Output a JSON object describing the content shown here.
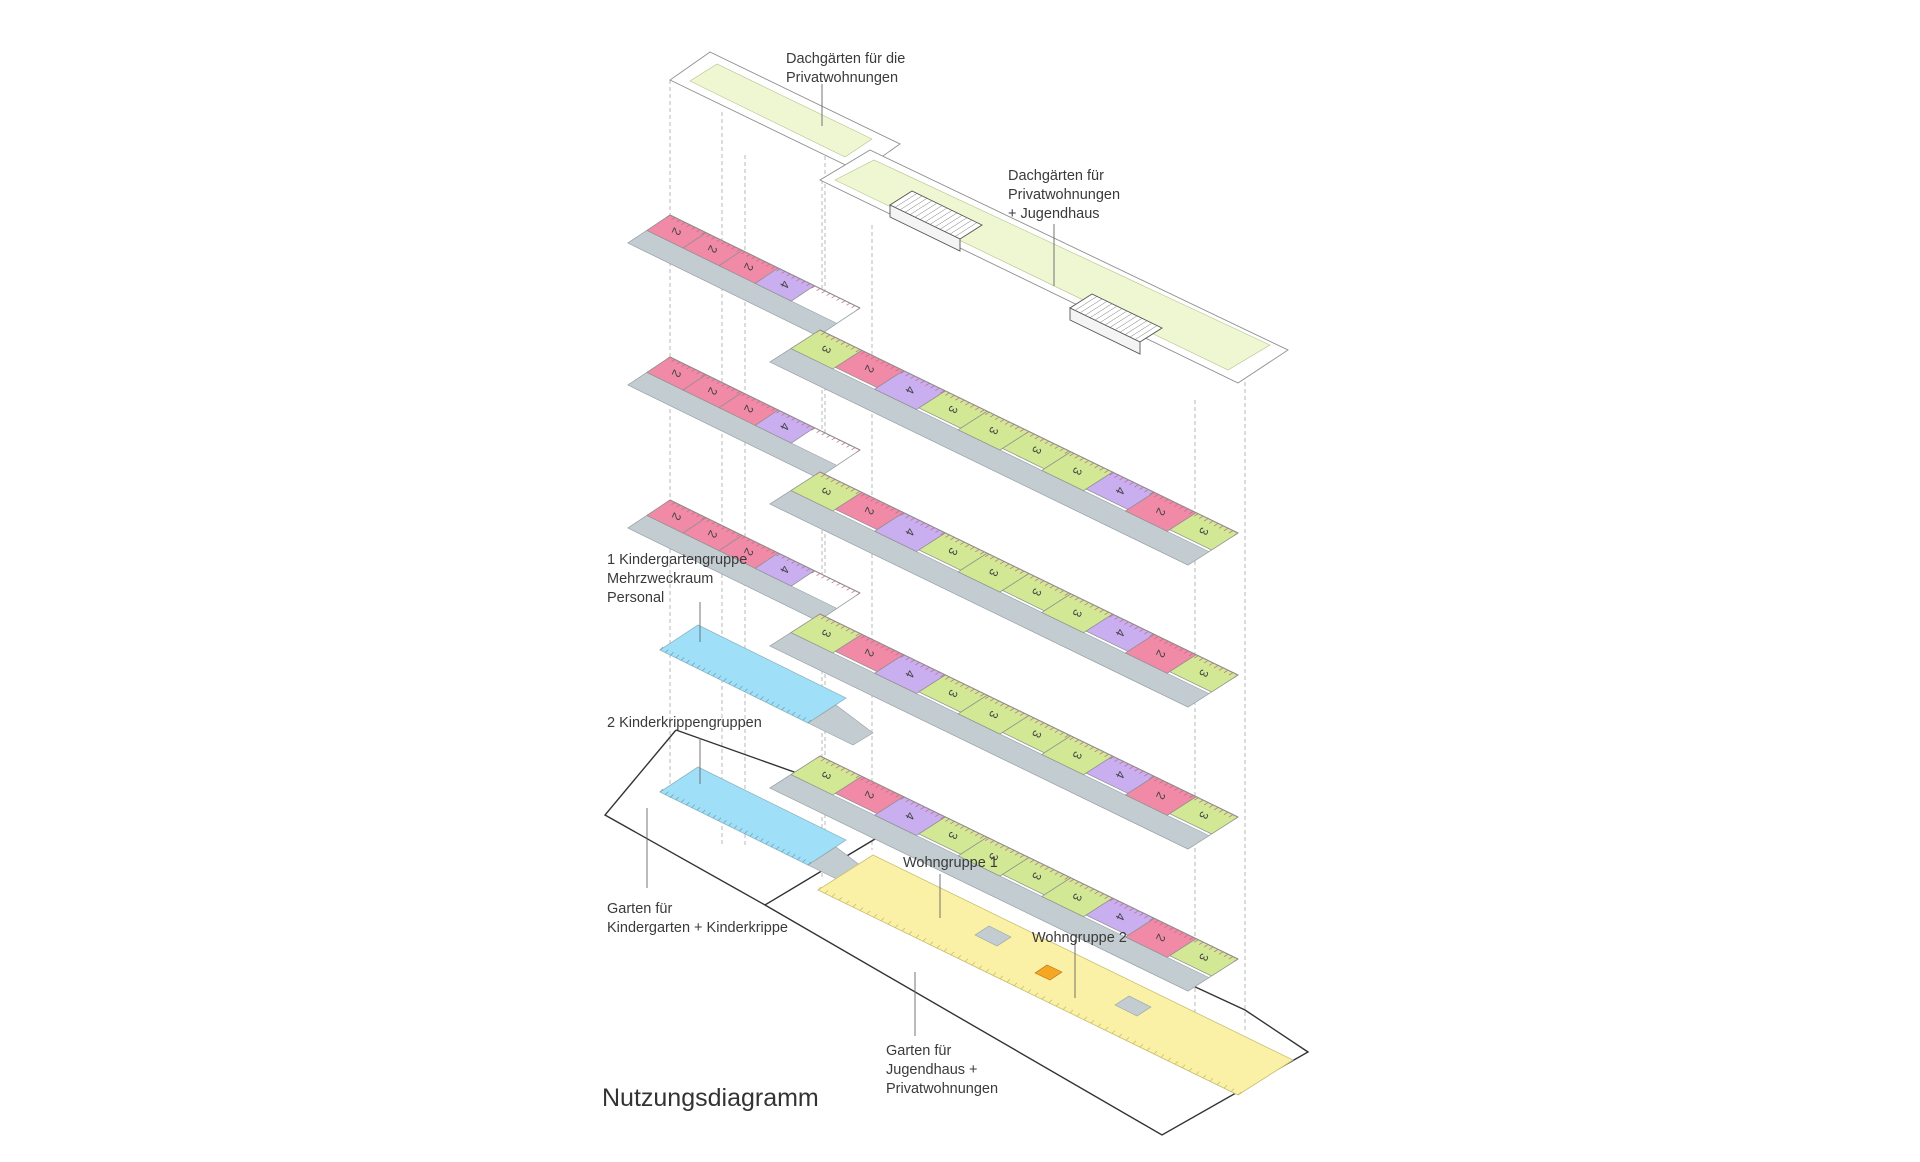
{
  "title": "Nutzungsdiagramm",
  "labels": {
    "roof_left": "Dachgärten für die\nPrivatwohnungen",
    "roof_right": "Dachgärten für\nPrivatwohnungen\n+ Jugendhaus",
    "kindergarten": "1 Kindergartengruppe\nMehrzweckraum\nPersonal",
    "kinderkrippe": "2 Kinderkrippengruppen",
    "garden_kids": "Garten für\nKindergarten + Kinderkrippe",
    "wohngruppe1": "Wohngruppe 1",
    "wohngruppe2": "Wohngruppe 2",
    "garden_youth": "Garten für\nJugendhaus +\nPrivatwohnungen"
  },
  "colors": {
    "two_room": "#f08aa6",
    "three_room": "#d2e894",
    "four_room": "#c9aef0",
    "circulation": "#c3ccd1",
    "kita": "#9fe0f8",
    "youth": "#fbf1a6",
    "accent": "#f5a623",
    "roof": "#eef6d2",
    "outline": "#555555"
  },
  "left_floor_units": [
    "2",
    "2",
    "2",
    "4"
  ],
  "right_floor_units": [
    "3",
    "2",
    "4",
    "3",
    "3",
    "3",
    "3",
    "4",
    "2",
    "3"
  ]
}
